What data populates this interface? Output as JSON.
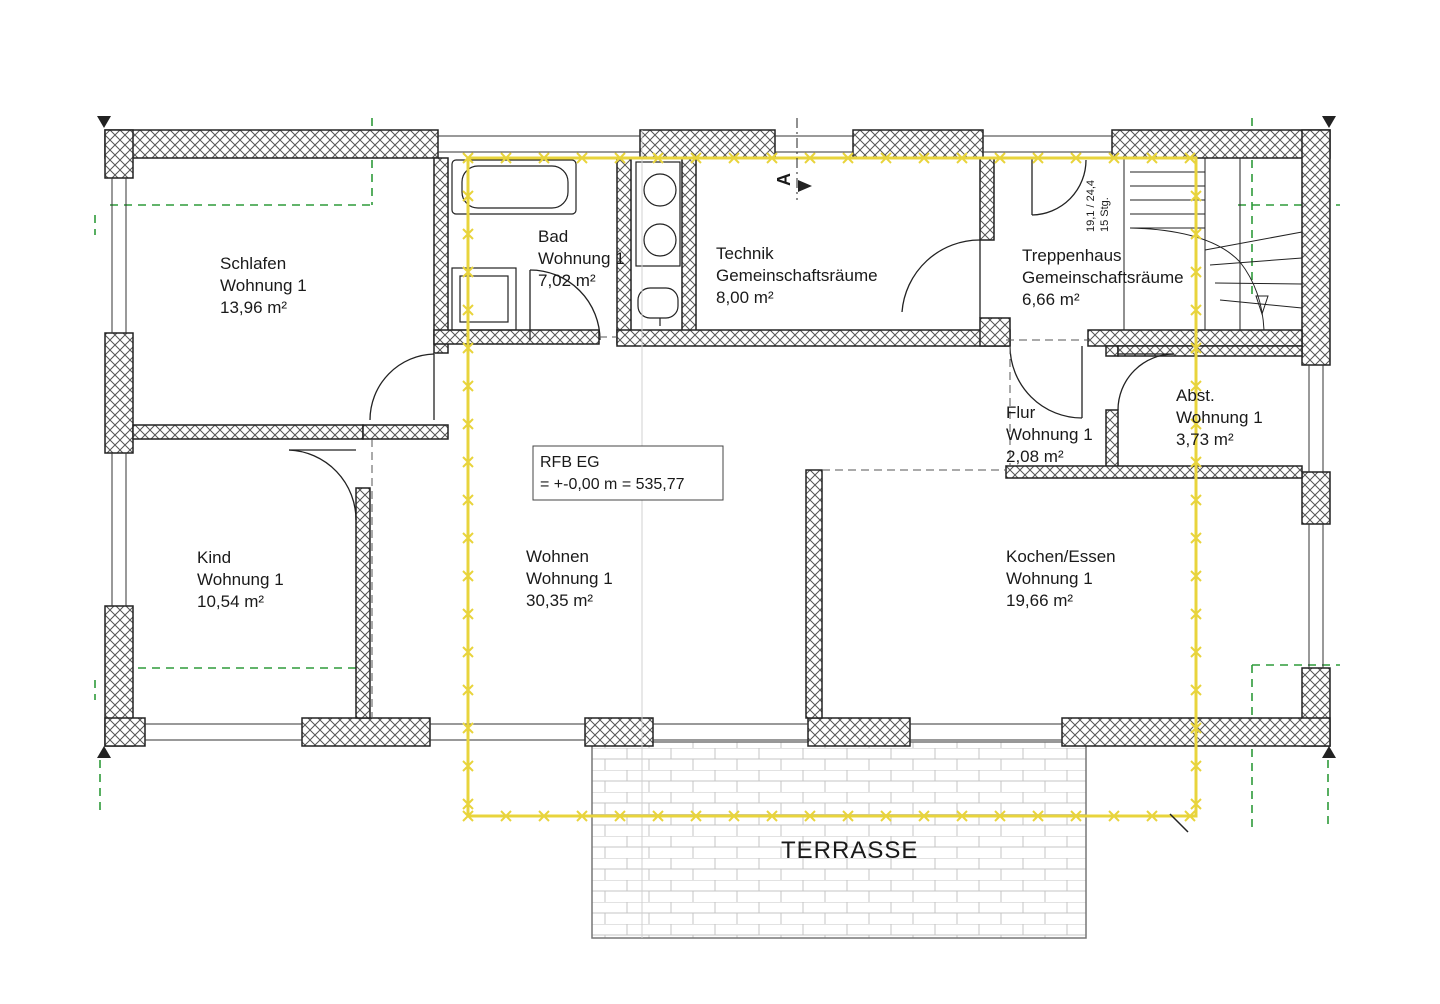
{
  "plan": {
    "colors": {
      "wall_hatch": "#555555",
      "wall_line": "#222222",
      "boundary": "#e8d43c",
      "grid": "#2e9b3a",
      "paving": "#bdbdbd"
    },
    "rooms": [
      {
        "id": "schlafen",
        "name": "Schlafen",
        "unit": "Wohnung 1",
        "area": "13,96 m²"
      },
      {
        "id": "bad",
        "name": "Bad",
        "unit": "Wohnung 1",
        "area": "7,02 m²"
      },
      {
        "id": "technik",
        "name": "Technik",
        "unit": "Gemeinschaftsräume",
        "area": "8,00 m²"
      },
      {
        "id": "treppenhaus",
        "name": "Treppenhaus",
        "unit": "Gemeinschaftsräume",
        "area": "6,66 m²"
      },
      {
        "id": "abst",
        "name": "Abst.",
        "unit": "Wohnung 1",
        "area": "3,73 m²"
      },
      {
        "id": "flur",
        "name": "Flur",
        "unit": "Wohnung 1",
        "area": "2,08 m²"
      },
      {
        "id": "kind",
        "name": "Kind",
        "unit": "Wohnung 1",
        "area": "10,54 m²"
      },
      {
        "id": "wohnen",
        "name": "Wohnen",
        "unit": "Wohnung 1",
        "area": "30,35 m²"
      },
      {
        "id": "kochen",
        "name": "Kochen/Essen",
        "unit": "Wohnung 1",
        "area": "19,66 m²"
      }
    ],
    "level_note": {
      "line1": "RFB EG",
      "line2": "= +-0,00 m = 535,77"
    },
    "terrace_label": "TERRASSE",
    "stair_note": {
      "line1": "19,1 / 24,4",
      "line2": "15 Stg."
    },
    "section_marker": "A"
  }
}
